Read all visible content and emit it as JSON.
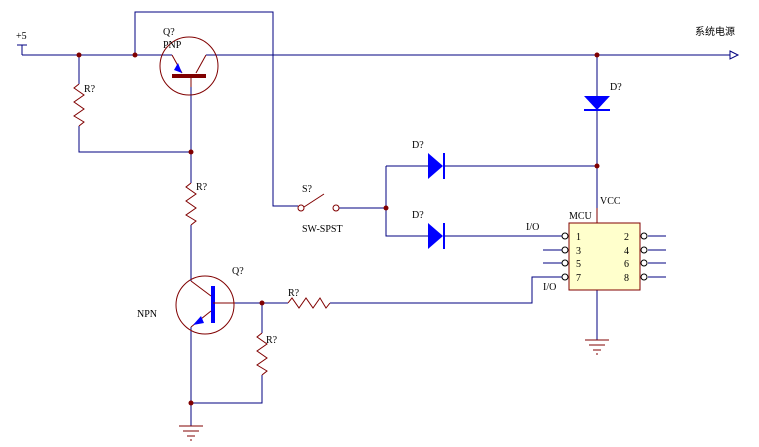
{
  "colors": {
    "wire": "#000080",
    "component": "#800000",
    "junction": "#800000",
    "diode": "#0000ff",
    "pnp_arrow": "#0000ff",
    "npn_bar": "#0000ff",
    "mcu_fill": "#ffffcc",
    "mcu_border": "#800000",
    "pin": "#000000",
    "ground": "#800000",
    "text": "#000000"
  },
  "labels": {
    "supply": "+5",
    "system_power": "系统电源",
    "vcc": "VCC",
    "mcu": "MCU",
    "switch_ref": "S?",
    "switch_type": "SW-SPST",
    "pnp_ref": "Q?",
    "pnp_type": "PNP",
    "npn_ref": "Q?",
    "npn_type": "NPN",
    "io_top": "I/O",
    "io_bottom": "I/O"
  },
  "resistors": [
    {
      "ref": "R?"
    },
    {
      "ref": "R?"
    },
    {
      "ref": "R?"
    },
    {
      "ref": "R?"
    }
  ],
  "diodes": [
    {
      "ref": "D?"
    },
    {
      "ref": "D?"
    },
    {
      "ref": "D?"
    }
  ],
  "mcu_pins": {
    "left": [
      "1",
      "3",
      "5",
      "7"
    ],
    "right": [
      "2",
      "4",
      "6",
      "8"
    ]
  }
}
